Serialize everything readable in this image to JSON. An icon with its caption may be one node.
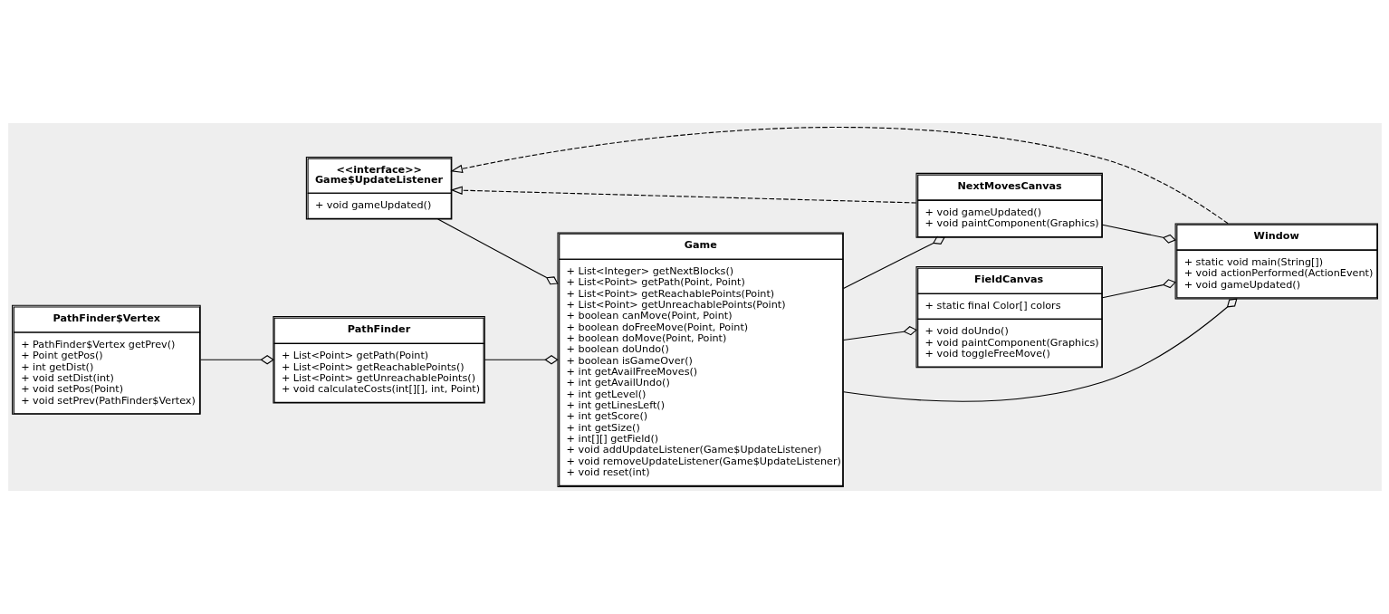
{
  "diagram": {
    "nodes": [
      {
        "text": [
          "PathFinder$Vertex",
          "+ PathFinder$Vertex getPrev()",
          "+ Point getPos()",
          "+ int getDist()",
          "+ void setDist(int)",
          "+ void setPos(Point)",
          "+ void setPrev(PathFinder$Vertex)"
        ]
      },
      {
        "text": [
          "PathFinder",
          "+ List<Point> getPath(Point)",
          "+ List<Point> getReachablePoints()",
          "+ List<Point> getUnreachablePoints()",
          "+ void calculateCosts(int[][], int, Point)"
        ]
      },
      {
        "text": [
          "<<interface>>",
          "Game$UpdateListener",
          "+ void gameUpdated()"
        ]
      },
      {
        "text": [
          "NextMovesCanvas",
          "+ void gameUpdated()",
          "+ void paintComponent(Graphics)"
        ]
      },
      {
        "text": [
          "Window",
          "+ static void main(String[])",
          "+ void actionPerformed(ActionEvent)",
          "+ void gameUpdated()"
        ]
      },
      {
        "text": [
          "FieldCanvas",
          "+ static final Color[] colors",
          "+ void doUndo()",
          "+ void paintComponent(Graphics)",
          "+ void toggleFreeMove()"
        ]
      },
      {
        "text": [
          "Game",
          "+ List<Integer> getNextBlocks()",
          "+ List<Point> getPath(Point, Point)",
          "+ List<Point> getReachablePoints(Point)",
          "+ List<Point> getUnreachablePoints(Point)",
          "+ boolean canMove(Point, Point)",
          "+ boolean doFreeMove(Point, Point)",
          "+ boolean doMove(Point, Point)",
          "+ boolean doUndo()",
          "+ boolean isGameOver()",
          "+ int getAvailFreeMoves()",
          "+ int getAvailUndo()",
          "+ int getLevel()",
          "+ int getLinesLeft()",
          "+ int getScore()",
          "+ int getSize()",
          "+ int[][] getField()",
          "+ void addUpdateListener(Game$UpdateListener)",
          "+ void removeUpdateListener(Game$UpdateListener)",
          "+ void reset(int)"
        ]
      }
    ],
    "edges": [
      {
        "from": 1,
        "to": 0,
        "arrow": "other"
      },
      {
        "from": 6,
        "to": 1,
        "arrow": "other"
      },
      {
        "from": 6,
        "to": 2,
        "arrow": "other"
      },
      {
        "from": 3,
        "to": 6,
        "arrow": "other"
      },
      {
        "from": 4,
        "to": 6,
        "arrow": "other"
      },
      {
        "from": 4,
        "to": 3,
        "arrow": "other"
      },
      {
        "from": 4,
        "to": 5,
        "arrow": "other"
      },
      {
        "from": 5,
        "to": 6,
        "arrow": "other"
      },
      {
        "from": 4,
        "to": 2,
        "arrow": "to",
        "style": "dashed"
      },
      {
        "from": 3,
        "to": 2,
        "arrow": "to",
        "style": "dashed"
      }
    ]
  }
}
